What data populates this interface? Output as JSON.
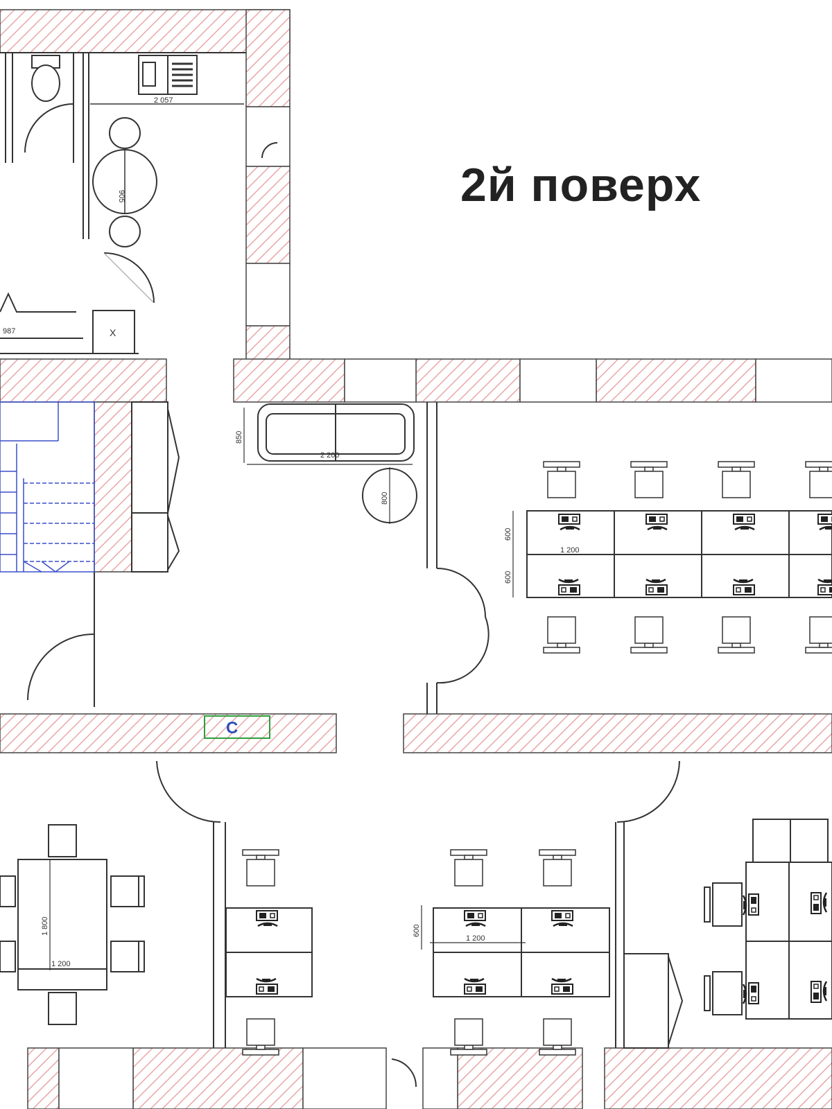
{
  "title": "2й поверх",
  "dimensions": {
    "kitchen_width": "2 057",
    "kitchen_table": "905",
    "corridor_left": "987",
    "reception_depth": "850",
    "reception_width": "2 200",
    "round_table": "800",
    "office_desk_depth_a": "600",
    "office_desk_depth_b": "600",
    "office_desk_width": "1 200",
    "meeting_table_length": "1 800",
    "meeting_table_width": "1 200",
    "lower_desk_depth": "600",
    "lower_desk_width": "1 200"
  },
  "symbols": {
    "counter_mark": "C",
    "shaft_mark": "X"
  },
  "colors": {
    "wall_hatch": "#e8a7a7",
    "line": "#333333",
    "stairs": "#3a4fc8",
    "counter": "#2e9e3a",
    "title": "#222222"
  }
}
